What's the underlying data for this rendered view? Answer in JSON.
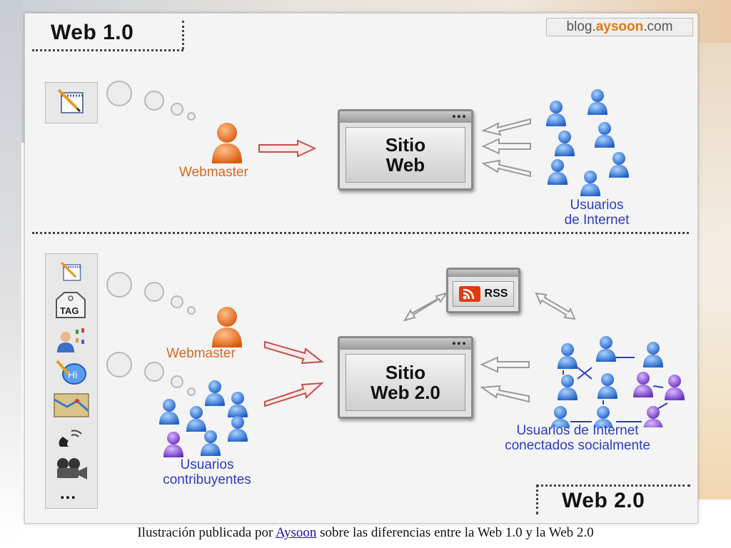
{
  "watermark": {
    "prefix": "blog.",
    "brand": "aysoon",
    "suffix": ".com"
  },
  "web1": {
    "title": "Web 1.0",
    "site_line1": "Sitio",
    "site_line2": "Web",
    "webmaster": "Webmaster",
    "users_line1": "Usuarios",
    "users_line2": "de Internet"
  },
  "web2": {
    "title": "Web 2.0",
    "site_line1": "Sitio",
    "site_line2": "Web 2.0",
    "webmaster": "Webmaster",
    "rss": "RSS",
    "contrib_line1": "Usuarios",
    "contrib_line2": "contribuyentes",
    "social_line1": "Usuarios de Internet",
    "social_line2": "conectados socialmente",
    "tools": [
      "notepad-icon",
      "tag-icon",
      "user-share-icon",
      "messenger-icon",
      "map-icon",
      "phone-icon",
      "video-icon",
      "more-icon"
    ],
    "tag_text": "TAG",
    "more_text": "..."
  },
  "caption": {
    "before": "Ilustración publicada por ",
    "link": "Aysoon",
    "after": " sobre las diferencias entre la Web 1.0 y la Web 2.0"
  },
  "colors": {
    "blue_user": "#2f6fd6",
    "purple_user": "#7b3fc9",
    "orange_user": "#e56a16",
    "arrow_red": "#c0504d",
    "arrow_gray": "#9a9a9a",
    "label_orange": "#d2691e",
    "label_blue": "#2b3cbf"
  }
}
